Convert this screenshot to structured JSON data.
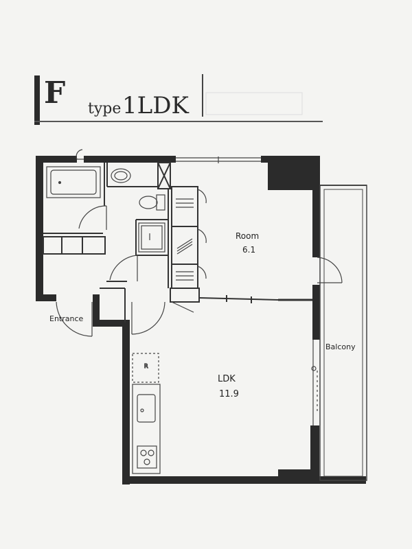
{
  "header": {
    "type_letter": "F",
    "type_word": "type",
    "layout_code": "1LDK"
  },
  "rooms": {
    "room_label": "Room",
    "room_size": "6.1",
    "ldk_label": "LDK",
    "ldk_size": "11.9",
    "entrance_label": "Entrance",
    "balcony_label": "Balcony"
  },
  "colors": {
    "wall": "#2b2b2b",
    "line": "#444444",
    "background": "#f4f4f2"
  }
}
